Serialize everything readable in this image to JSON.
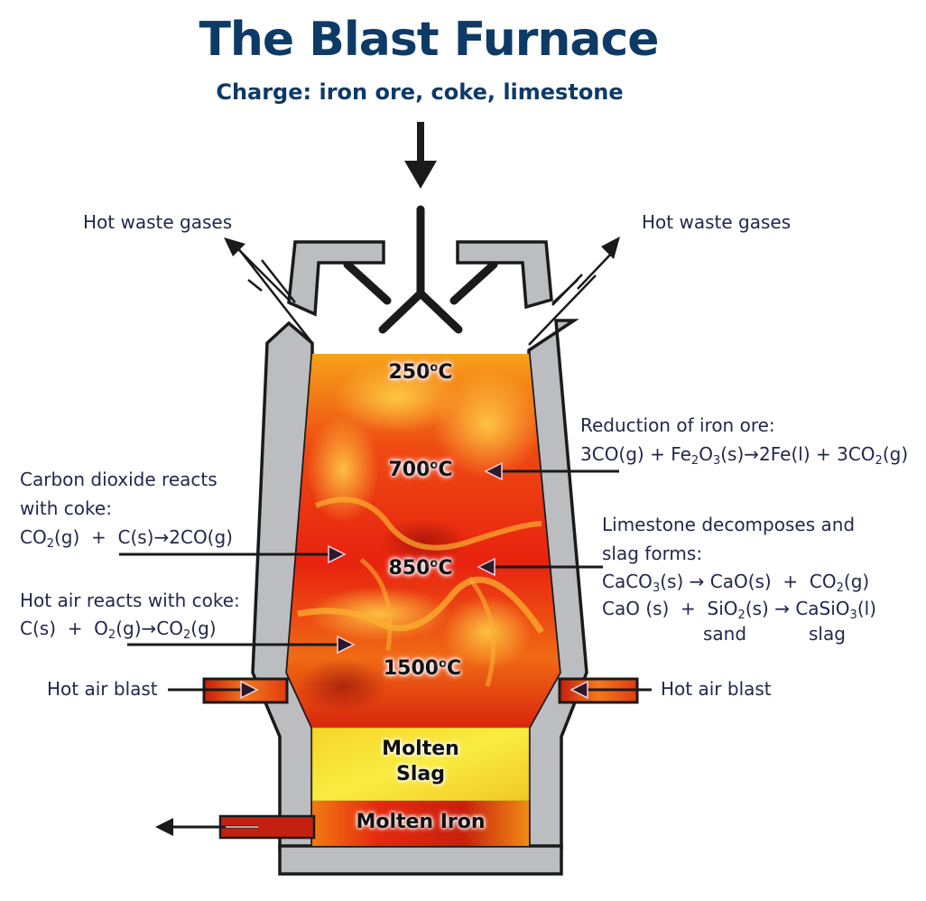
{
  "title": "The Blast Furnace",
  "subtitle": "Charge: iron ore, coke, limestone",
  "labels": {
    "waste_left": "Hot waste gases",
    "waste_right": "Hot waste gases",
    "air_left": "Hot air blast",
    "air_right": "Hot air blast"
  },
  "temperatures": [
    {
      "value": "250",
      "unit": "C"
    },
    {
      "value": "700",
      "unit": "C"
    },
    {
      "value": "850",
      "unit": "C"
    },
    {
      "value": "1500",
      "unit": "C"
    }
  ],
  "degree_symbol": "o",
  "zones": {
    "slag_line1": "Molten",
    "slag_line2": "Slag",
    "iron": "Molten Iron"
  },
  "reactions": {
    "reduction": {
      "heading": "Reduction of iron ore:",
      "equation": [
        {
          "t": "3CO(g) + Fe"
        },
        {
          "s": "2"
        },
        {
          "t": "O"
        },
        {
          "s": "3"
        },
        {
          "t": "(s)"
        },
        {
          "a": "→"
        },
        {
          "t": "2Fe(l) + 3CO"
        },
        {
          "s": "2"
        },
        {
          "t": "(g)"
        }
      ]
    },
    "co2_coke": {
      "heading_line1": "Carbon dioxide reacts",
      "heading_line2": "with coke:",
      "equation": [
        {
          "t": "CO"
        },
        {
          "s": "2"
        },
        {
          "t": "(g)  +  C(s)"
        },
        {
          "a": "→"
        },
        {
          "t": "2CO(g)"
        }
      ]
    },
    "hot_air": {
      "heading": "Hot air reacts with coke:",
      "equation": [
        {
          "t": "C(s)  +  O"
        },
        {
          "s": "2"
        },
        {
          "t": "(g)"
        },
        {
          "a": "→"
        },
        {
          "t": "CO"
        },
        {
          "s": "2"
        },
        {
          "t": "(g)"
        }
      ]
    },
    "limestone": {
      "heading_line1": "Limestone decomposes and",
      "heading_line2": "slag forms:",
      "equation1": [
        {
          "t": "CaCO"
        },
        {
          "s": "3"
        },
        {
          "t": "(s) "
        },
        {
          "a": "→"
        },
        {
          "t": " CaO(s)  +  CO"
        },
        {
          "s": "2"
        },
        {
          "t": "(g)"
        }
      ],
      "equation2": [
        {
          "t": "CaO (s)  +  SiO"
        },
        {
          "s": "2"
        },
        {
          "t": "(s) "
        },
        {
          "a": "→"
        },
        {
          "t": " CaSiO"
        },
        {
          "s": "3"
        },
        {
          "t": "(l)"
        }
      ],
      "sand_label": "sand",
      "slag_label": "slag"
    }
  },
  "colors": {
    "title": "#0e3a66",
    "text": "#22284a",
    "wall": "#bcbdc0",
    "outline": "#1a1a1a",
    "molten_red": "#e8220f",
    "molten_orange": "#f98a10",
    "slag_yellow": "#f5e32a"
  }
}
